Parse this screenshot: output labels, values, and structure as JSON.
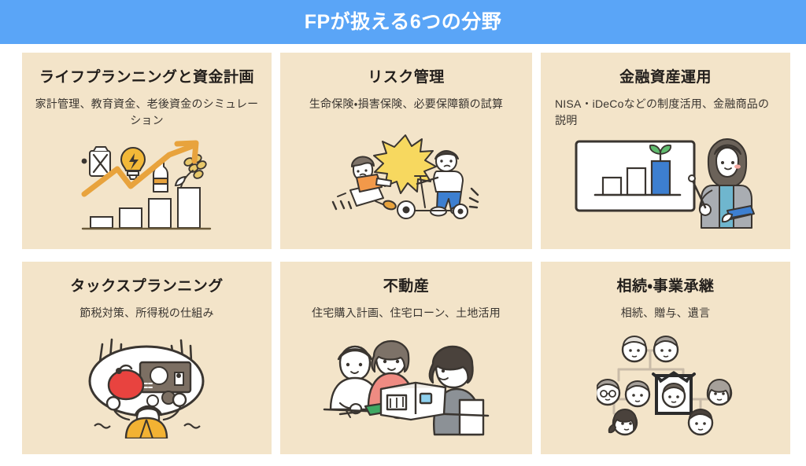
{
  "header": {
    "title": "FPが扱える6つの分野",
    "background_color": "#5AA5F7",
    "text_color": "#FFFFFF"
  },
  "theme": {
    "card_background": "#F3E4C9",
    "page_background": "#FFFFFF",
    "accent_orange": "#E8A33D",
    "accent_blue": "#4A90D9",
    "ink": "#3A3530"
  },
  "cards": [
    {
      "id": "life-planning",
      "title": "ライフプランニングと資金計画",
      "desc": "家計管理、教育資金、老後資金のシミュレーション",
      "desc_align": "center",
      "illustration": "growth-chart-arrow-illustration"
    },
    {
      "id": "risk-management",
      "title": "リスク管理",
      "desc": "生命保険・損害保険、必要保障額の試算",
      "desc_align": "center",
      "illustration": "accident-collision-illustration"
    },
    {
      "id": "asset-management",
      "title": "金融資産運用",
      "desc": "NISA・iDeCoなどの制度活用、金融商品の説明",
      "desc_align": "left",
      "illustration": "whiteboard-presentation-illustration"
    },
    {
      "id": "tax-planning",
      "title": "タックスプランニング",
      "desc": "節税対策、所得税の仕組み",
      "desc_align": "center",
      "illustration": "money-worry-thought-bubble-illustration"
    },
    {
      "id": "real-estate",
      "title": "不動産",
      "desc": "住宅購入計画、住宅ローン、土地活用",
      "desc_align": "center",
      "illustration": "house-consultation-illustration"
    },
    {
      "id": "inheritance",
      "title": "相続・事業承継",
      "desc": "相続、贈与、遺言",
      "desc_align": "center",
      "illustration": "family-tree-illustration"
    }
  ]
}
